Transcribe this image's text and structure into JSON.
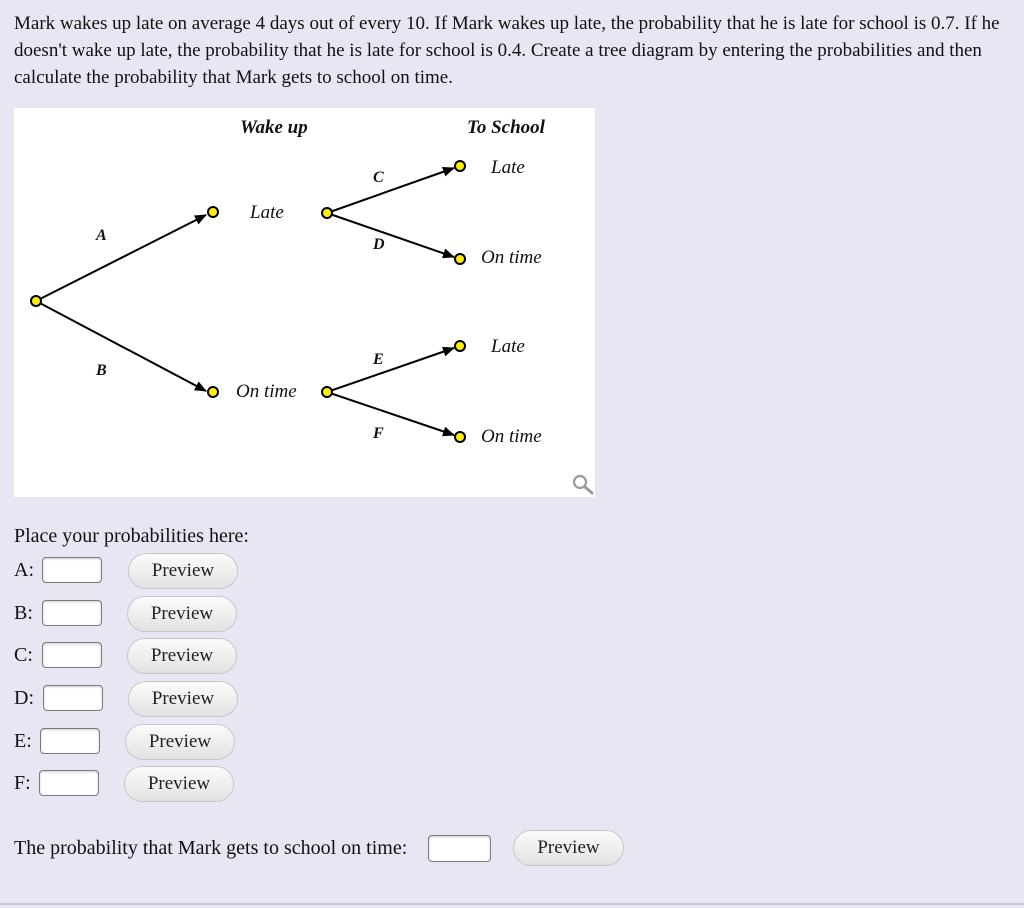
{
  "question": {
    "text": "Mark wakes up late on average 4 days out of every 10. If Mark wakes up late, the probability that he is late for school is 0.7. If he doesn't wake up late, the probability that he is late for school is 0.4. Create a tree diagram by entering the probabilities and then calculate the probability that Mark gets to school on time."
  },
  "diagram": {
    "header_wake": "Wake up",
    "header_school": "To School",
    "stage1_top": "Late",
    "stage1_bottom": "On time",
    "stage2_top_upper": "Late",
    "stage2_top_lower": "On time",
    "stage2_bottom_upper": "Late",
    "stage2_bottom_lower": "On time",
    "branch_a": "A",
    "branch_b": "B",
    "branch_c": "C",
    "branch_d": "D",
    "branch_e": "E",
    "branch_f": "F",
    "node_color": "#ffee00",
    "zoom_icon": "magnifier-icon"
  },
  "answers": {
    "place_label": "Place your probabilities here:",
    "rows": [
      {
        "label": "A:",
        "preview": "Preview"
      },
      {
        "label": "B:",
        "preview": "Preview"
      },
      {
        "label": "C:",
        "preview": "Preview"
      },
      {
        "label": "D:",
        "preview": "Preview"
      },
      {
        "label": "E:",
        "preview": "Preview"
      },
      {
        "label": "F:",
        "preview": "Preview"
      }
    ]
  },
  "final": {
    "label": "The probability that Mark gets to school on time:",
    "preview": "Preview"
  }
}
